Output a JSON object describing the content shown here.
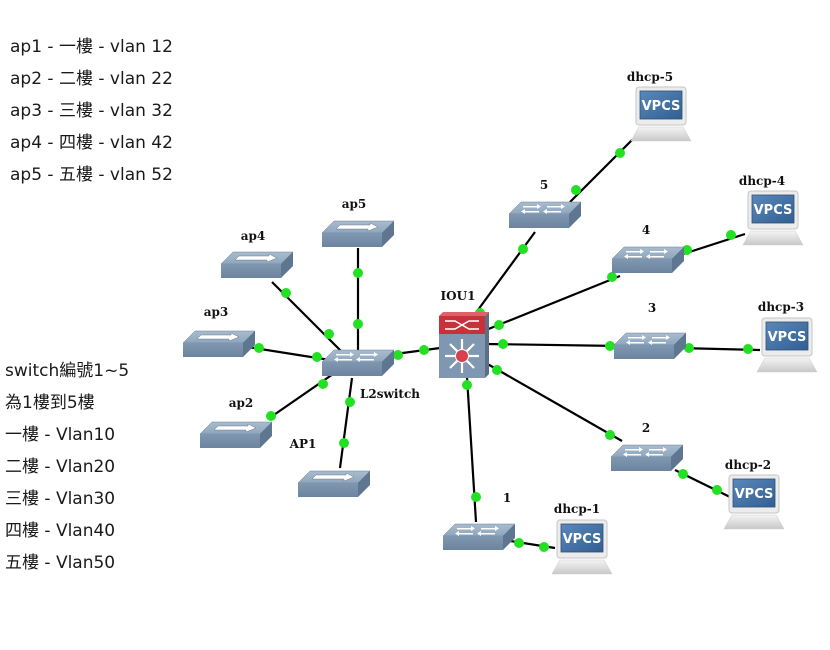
{
  "notes_top": [
    "ap1 - 一樓 - vlan 12",
    "ap2 - 二樓 - vlan 22",
    "ap3 - 三樓 - vlan 32",
    "ap4 - 四樓 - vlan 42",
    "ap5 - 五樓 - vlan 52"
  ],
  "notes_bottom": [
    "switch編號1~5",
    "為1樓到5樓",
    "一樓 - Vlan10",
    "二樓 - Vlan20",
    "三樓 - Vlan30",
    "四樓 - Vlan40",
    "五樓 - Vlan50"
  ],
  "colors": {
    "link": "#000000",
    "port": "#22e022",
    "switch_body": "#7f97b0",
    "router_top": "#c8303c",
    "vpcs_screen": "#3f6fa3"
  },
  "nodes": {
    "core": {
      "label": "IOU1",
      "type": "multilayer-switch"
    },
    "l2switch": {
      "label": "L2switch",
      "type": "switch"
    },
    "ap1": {
      "label": "AP1",
      "type": "access-point"
    },
    "ap2": {
      "label": "ap2",
      "type": "access-point"
    },
    "ap3": {
      "label": "ap3",
      "type": "access-point"
    },
    "ap4": {
      "label": "ap4",
      "type": "access-point"
    },
    "ap5": {
      "label": "ap5",
      "type": "access-point"
    },
    "sw1": {
      "label": "1",
      "type": "switch"
    },
    "sw2": {
      "label": "2",
      "type": "switch"
    },
    "sw3": {
      "label": "3",
      "type": "switch"
    },
    "sw4": {
      "label": "4",
      "type": "switch"
    },
    "sw5": {
      "label": "5",
      "type": "switch"
    },
    "dhcp1": {
      "label": "dhcp-1",
      "type": "vpcs"
    },
    "dhcp2": {
      "label": "dhcp-2",
      "type": "vpcs"
    },
    "dhcp3": {
      "label": "dhcp-3",
      "type": "vpcs"
    },
    "dhcp4": {
      "label": "dhcp-4",
      "type": "vpcs"
    },
    "dhcp5": {
      "label": "dhcp-5",
      "type": "vpcs"
    }
  },
  "vpcs_text": "VPCS",
  "links": [
    [
      "l2switch",
      "core"
    ],
    [
      "l2switch",
      "ap1"
    ],
    [
      "l2switch",
      "ap2"
    ],
    [
      "l2switch",
      "ap3"
    ],
    [
      "l2switch",
      "ap4"
    ],
    [
      "l2switch",
      "ap5"
    ],
    [
      "core",
      "sw1"
    ],
    [
      "core",
      "sw2"
    ],
    [
      "core",
      "sw3"
    ],
    [
      "core",
      "sw4"
    ],
    [
      "core",
      "sw5"
    ],
    [
      "sw1",
      "dhcp1"
    ],
    [
      "sw2",
      "dhcp2"
    ],
    [
      "sw3",
      "dhcp3"
    ],
    [
      "sw4",
      "dhcp4"
    ],
    [
      "sw5",
      "dhcp5"
    ]
  ]
}
